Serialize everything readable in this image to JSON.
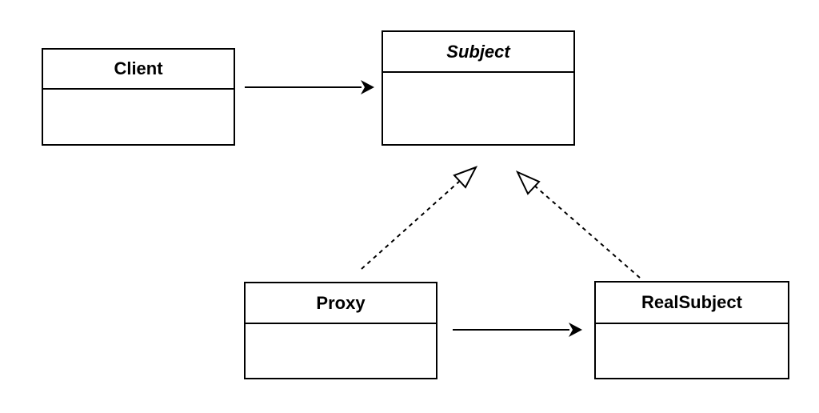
{
  "diagram": {
    "classes": {
      "client": {
        "name": "Client"
      },
      "subject": {
        "name": "Subject",
        "abstract": true
      },
      "proxy": {
        "name": "Proxy"
      },
      "real_subject": {
        "name": "RealSubject"
      }
    },
    "relationships": [
      {
        "from": "Client",
        "to": "Subject",
        "kind": "association"
      },
      {
        "from": "Proxy",
        "to": "Subject",
        "kind": "realization"
      },
      {
        "from": "RealSubject",
        "to": "Subject",
        "kind": "realization"
      },
      {
        "from": "Proxy",
        "to": "RealSubject",
        "kind": "association"
      }
    ],
    "colors": {
      "stroke": "#000000",
      "background": "#ffffff"
    }
  }
}
